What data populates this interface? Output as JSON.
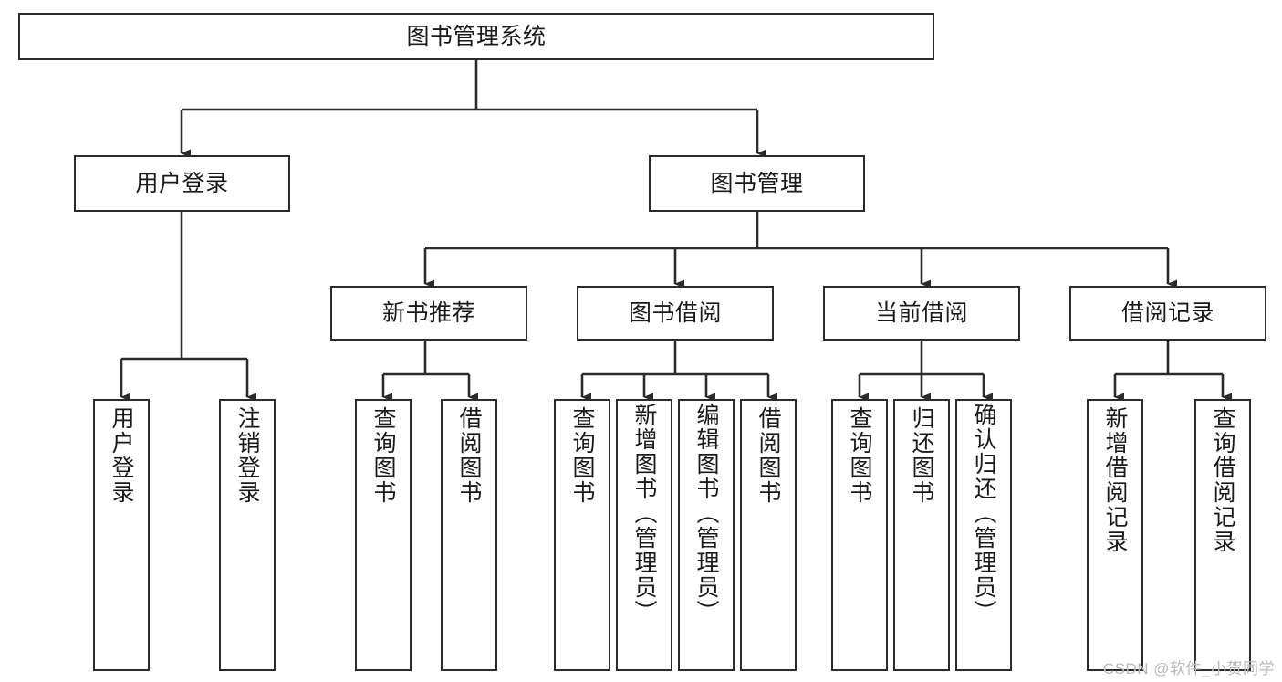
{
  "diagram": {
    "type": "tree-hierarchy",
    "title": "图书管理系统",
    "watermark": "CSDN @软件_小贺同学",
    "colors": {
      "stroke": "#2b2b2b",
      "fill": "#ffffff",
      "text": "#1a1a1a",
      "watermark": "#b9b9b9"
    },
    "nodes": {
      "root": {
        "label": "图书管理系统"
      },
      "level2": [
        {
          "id": "user-login",
          "label": "用户登录"
        },
        {
          "id": "book-manage",
          "label": "图书管理"
        }
      ],
      "level3": [
        {
          "id": "new-book-rec",
          "label": "新书推荐"
        },
        {
          "id": "book-borrow",
          "label": "图书借阅"
        },
        {
          "id": "current-borrow",
          "label": "当前借阅"
        },
        {
          "id": "borrow-record",
          "label": "借阅记录"
        }
      ],
      "leaves": {
        "user-login": [
          {
            "id": "leaf-user-login",
            "label": "用户登录"
          },
          {
            "id": "leaf-user-logout",
            "label": "注销登录"
          }
        ],
        "new-book-rec": [
          {
            "id": "leaf-query-book-1",
            "label": "查询图书"
          },
          {
            "id": "leaf-borrow-book-1",
            "label": "借阅图书"
          }
        ],
        "book-borrow": [
          {
            "id": "leaf-query-book-2",
            "label": "查询图书"
          },
          {
            "id": "leaf-add-book",
            "label": "新增图书（管理员）"
          },
          {
            "id": "leaf-edit-book",
            "label": "编辑图书（管理员）"
          },
          {
            "id": "leaf-borrow-book-2",
            "label": "借阅图书"
          }
        ],
        "current-borrow": [
          {
            "id": "leaf-query-book-3",
            "label": "查询图书"
          },
          {
            "id": "leaf-return-book",
            "label": "归还图书"
          },
          {
            "id": "leaf-confirm-return",
            "label": "确认归还（管理员）"
          }
        ],
        "borrow-record": [
          {
            "id": "leaf-add-record",
            "label": "新增借阅记录"
          },
          {
            "id": "leaf-query-record",
            "label": "查询借阅记录"
          }
        ]
      }
    }
  }
}
